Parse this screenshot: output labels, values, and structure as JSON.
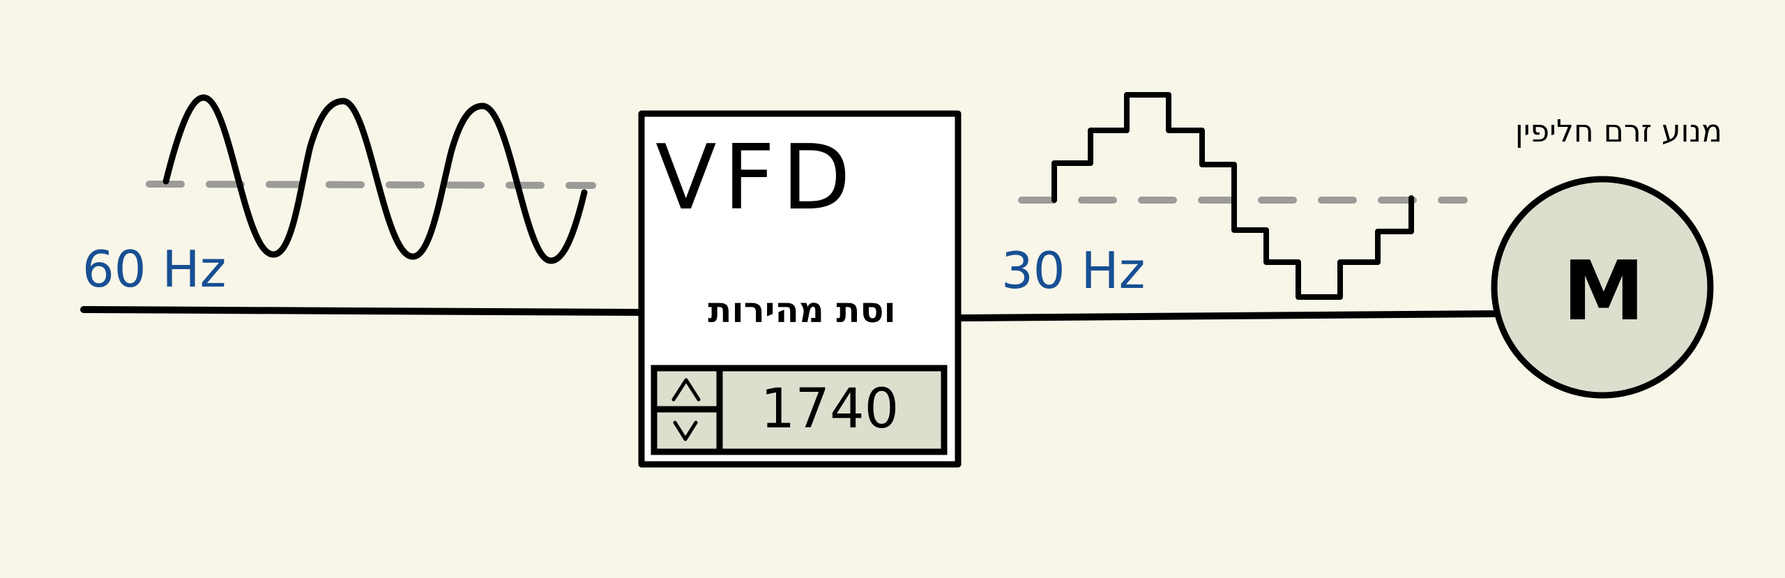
{
  "input": {
    "frequency": "60 Hz"
  },
  "output": {
    "frequency": "30 Hz"
  },
  "vfd": {
    "title": "VFD",
    "label": "וסת מהירות",
    "speed_value": "1740",
    "up_icon": "chevron-up-icon",
    "down_icon": "chevron-down-icon"
  },
  "motor": {
    "symbol": "M",
    "caption": "מנוע זרם חליפין"
  },
  "colors": {
    "background": "#f8f6e9",
    "stroke": "#000000",
    "dashed_line": "#9b9b98",
    "frequency_text": "#174f93",
    "fill": "#dedecf"
  }
}
